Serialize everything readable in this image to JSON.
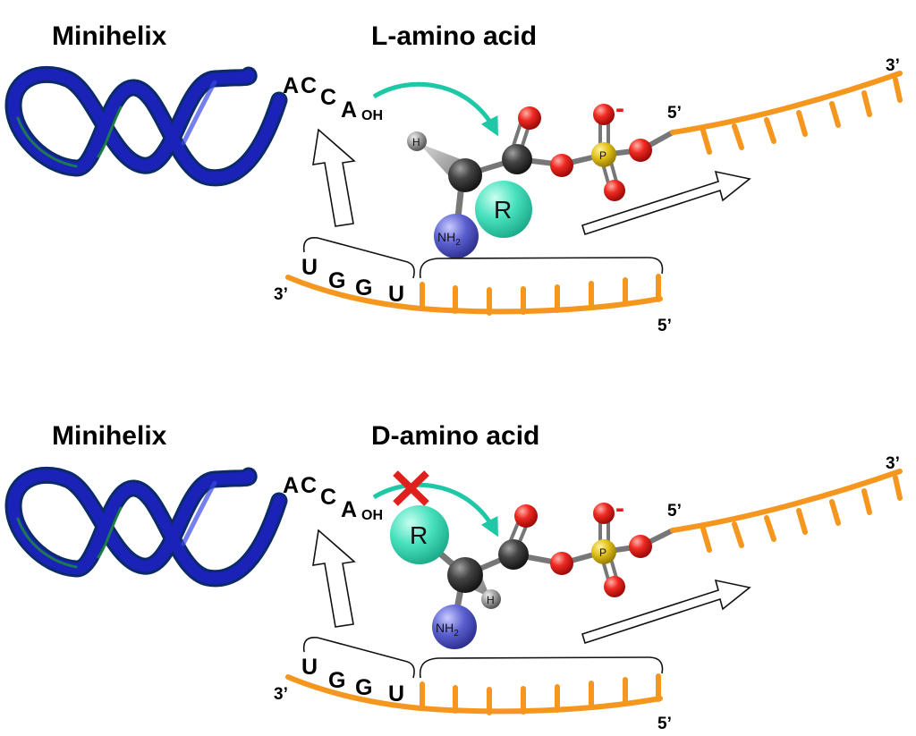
{
  "panels": [
    {
      "id": "l",
      "label_minihelix": "Minihelix",
      "label_amino_acid": "L-amino acid",
      "blocked": false
    },
    {
      "id": "d",
      "label_minihelix": "Minihelix",
      "label_amino_acid": "D-amino acid",
      "blocked": true
    }
  ],
  "acca": {
    "a1": "A",
    "c1": "C",
    "c2": "C",
    "a2": "A",
    "oh": "OH"
  },
  "strand_labels": {
    "top_3prime": "3’",
    "top_5prime": "5’",
    "bottom_3prime": "3’",
    "bottom_5prime": "5’"
  },
  "nucleotides": [
    "U",
    "G",
    "G",
    "U"
  ],
  "atoms": {
    "r_group": "R",
    "hydrogen": "H",
    "phosphorus": "P",
    "amine": "NH",
    "amine_sub": "2",
    "charge": "-"
  },
  "colors": {
    "helix": "#1a22b8",
    "helix_edge": "#0b2a6a",
    "helix_green": "#1f8f3a",
    "strand": "#f5961e",
    "arrow_teal": "#1ec7a6",
    "r_group": "#46e0bd",
    "amine": "#5a5fd0",
    "oxygen": "#ee2222",
    "phosphorus": "#e3c21c",
    "carbon": "#3c3c3c",
    "hydrogen": "#9a9a9a",
    "cross": "#e0201c"
  }
}
